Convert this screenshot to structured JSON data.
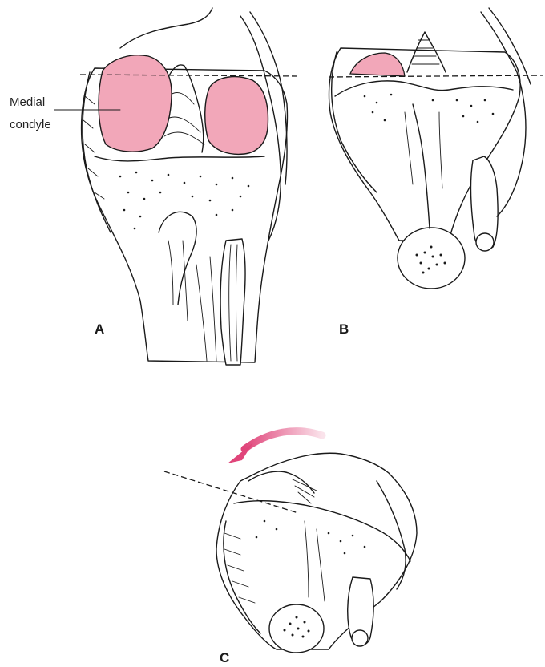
{
  "colors": {
    "condyle_fill": "#f2a7b9",
    "arrow": "#e0457a",
    "ink": "#1a1a1a"
  },
  "label": {
    "line1": "Medial",
    "line2": "condyle"
  },
  "panels": {
    "a": "A",
    "b": "B",
    "c": "C"
  }
}
